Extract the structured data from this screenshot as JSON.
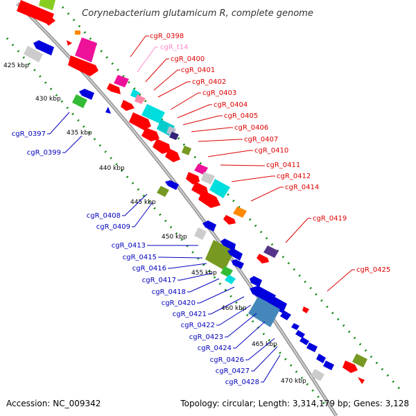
{
  "title": "Corynebacterium glutamicum R, complete genome",
  "accession": "Accession: NC_009342",
  "summary": "Topology: circular; Length: 3,314,179 bp; Genes: 3,128",
  "colors": {
    "forward_label": "#dd0000",
    "reverse_label": "#0000bb",
    "trna_label": "#ff88cc",
    "backbone": "#888888",
    "ticks": "#118811"
  },
  "kbp_marks": [
    {
      "text": "425 kbp"
    },
    {
      "text": "430 kbp"
    },
    {
      "text": "435 kbp"
    },
    {
      "text": "440 kbp"
    },
    {
      "text": "445 kbp"
    },
    {
      "text": "450 kbp"
    },
    {
      "text": "455 kbp"
    },
    {
      "text": "460 kbp"
    },
    {
      "text": "465 kbp"
    },
    {
      "text": "470 kbp"
    }
  ],
  "forward_labels": [
    {
      "text": "cgR_0398",
      "kind": "gene"
    },
    {
      "text": "cgR_t14",
      "kind": "trna"
    },
    {
      "text": "cgR_0400",
      "kind": "gene"
    },
    {
      "text": "cgR_0401",
      "kind": "gene"
    },
    {
      "text": "cgR_0402",
      "kind": "gene"
    },
    {
      "text": "cgR_0403",
      "kind": "gene"
    },
    {
      "text": "cgR_0404",
      "kind": "gene"
    },
    {
      "text": "cgR_0405",
      "kind": "gene"
    },
    {
      "text": "cgR_0406",
      "kind": "gene"
    },
    {
      "text": "cgR_0407",
      "kind": "gene"
    },
    {
      "text": "cgR_0410",
      "kind": "gene"
    },
    {
      "text": "cgR_0411",
      "kind": "gene"
    },
    {
      "text": "cgR_0412",
      "kind": "gene"
    },
    {
      "text": "cgR_0414",
      "kind": "gene"
    },
    {
      "text": "cgR_0419",
      "kind": "gene"
    },
    {
      "text": "cgR_0425",
      "kind": "gene"
    }
  ],
  "reverse_labels": [
    {
      "text": "cgR_0397"
    },
    {
      "text": "cgR_0399"
    },
    {
      "text": "cgR_0408"
    },
    {
      "text": "cgR_0409"
    },
    {
      "text": "cgR_0413"
    },
    {
      "text": "cgR_0415"
    },
    {
      "text": "cgR_0416"
    },
    {
      "text": "cgR_0417"
    },
    {
      "text": "cgR_0418"
    },
    {
      "text": "cgR_0420"
    },
    {
      "text": "cgR_0421"
    },
    {
      "text": "cgR_0422"
    },
    {
      "text": "cgR_0423"
    },
    {
      "text": "cgR_0424"
    },
    {
      "text": "cgR_0426"
    },
    {
      "text": "cgR_0427"
    },
    {
      "text": "cgR_0428"
    }
  ],
  "features": [
    {
      "name": "forward-gene",
      "color": "#ff0000",
      "strand": "forward",
      "type": "arrow"
    },
    {
      "name": "forward-gene-magenta",
      "color": "#ee1199",
      "strand": "forward",
      "type": "box"
    },
    {
      "name": "forward-gene-cyan",
      "color": "#00dddd",
      "strand": "forward",
      "type": "box"
    },
    {
      "name": "forward-gene-orange",
      "color": "#ff8800",
      "strand": "forward",
      "type": "box"
    },
    {
      "name": "forward-gene-purple",
      "color": "#553388",
      "strand": "forward",
      "type": "box"
    },
    {
      "name": "reverse-gene",
      "color": "#0000dd",
      "strand": "reverse",
      "type": "arrow"
    },
    {
      "name": "reverse-gene-green",
      "color": "#33bb33",
      "strand": "reverse",
      "type": "box"
    },
    {
      "name": "reverse-gene-olive",
      "color": "#779922",
      "strand": "reverse",
      "type": "box"
    },
    {
      "name": "reverse-gene-steelblue",
      "color": "#4488bb",
      "strand": "reverse",
      "type": "box"
    },
    {
      "name": "gene-grey",
      "color": "#cccccc",
      "strand": "either",
      "type": "box"
    }
  ]
}
